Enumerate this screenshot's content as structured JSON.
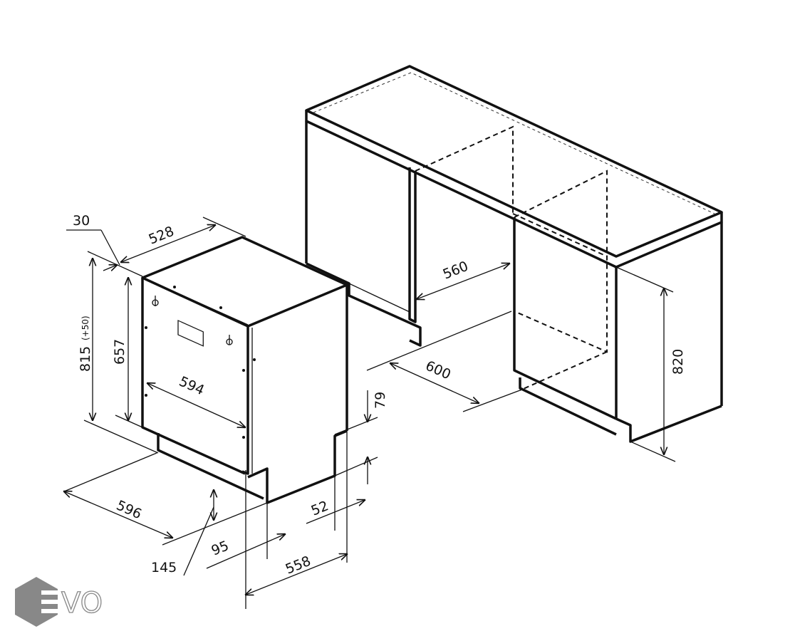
{
  "diagram": {
    "dimensions": {
      "top_offset": "30",
      "depth_top": "528",
      "height_total": "815",
      "height_adjust": "(+50)",
      "height_panel": "657",
      "panel_width": "594",
      "width": "596",
      "plinth_height": "145",
      "plinth_depth": "95",
      "body_depth": "558",
      "rear_step": "52",
      "rear_step_height": "79",
      "niche_width": "560",
      "niche_depth": "600",
      "niche_height": "820"
    }
  },
  "logo": {
    "text": "EVO",
    "color": "#888888"
  }
}
